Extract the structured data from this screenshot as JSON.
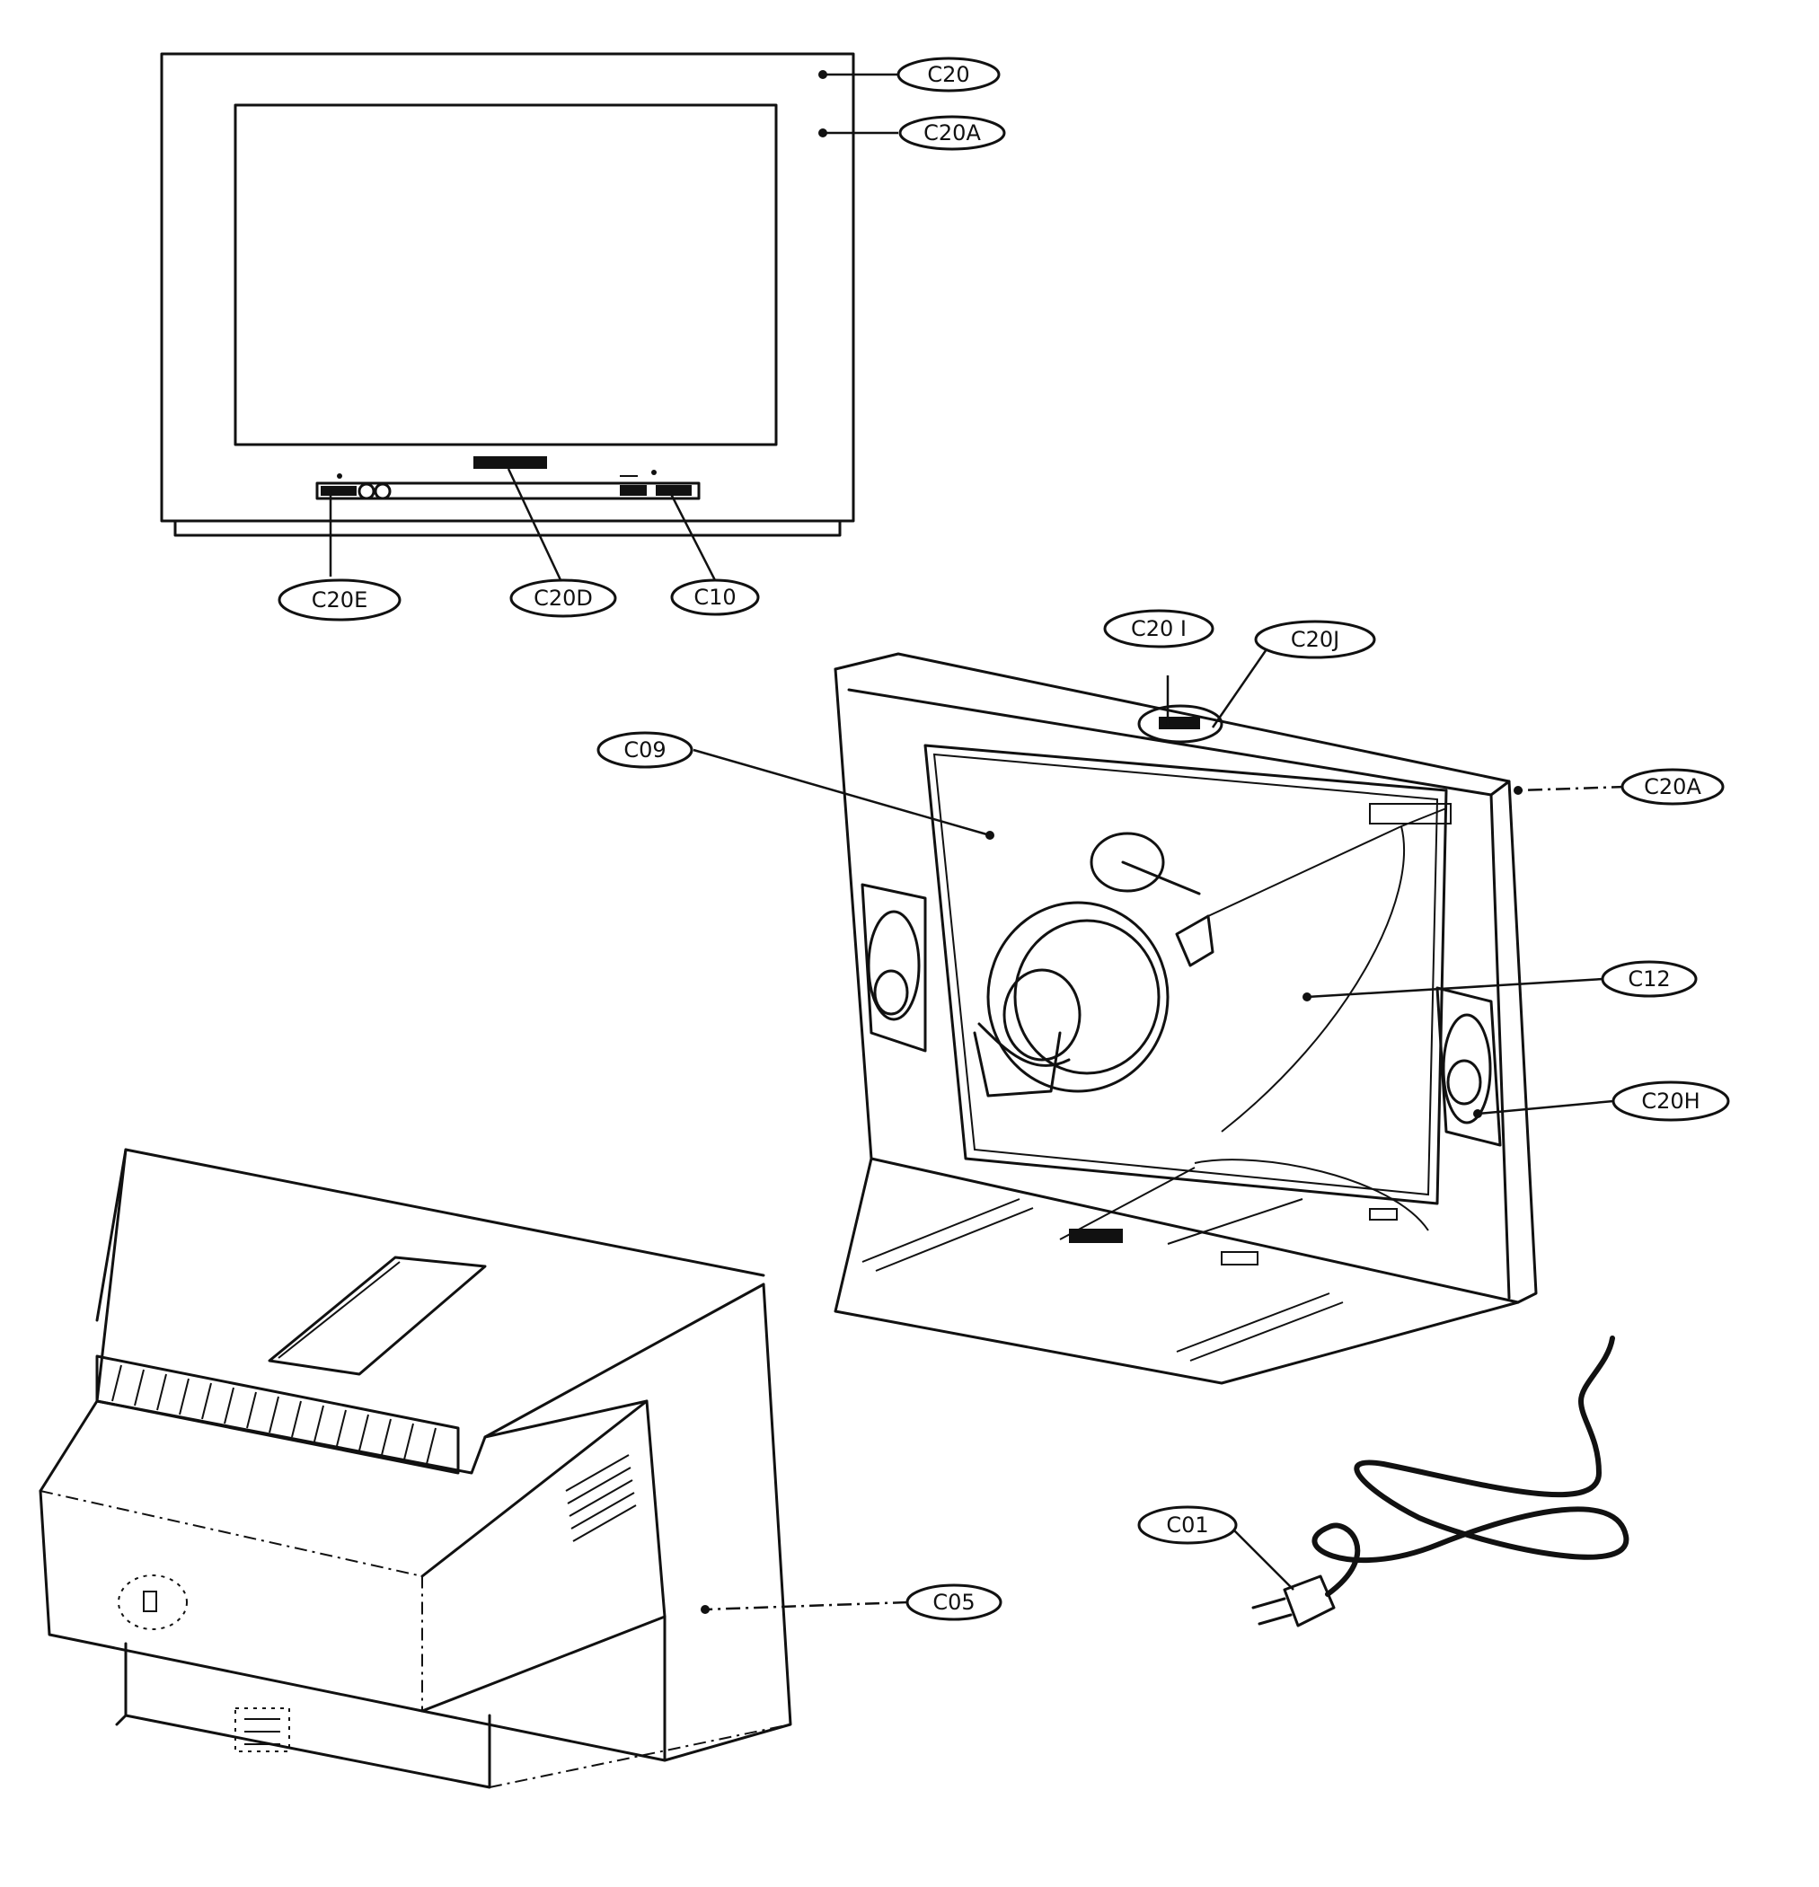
{
  "diagram": {
    "callouts": {
      "c20": "C20",
      "c20a_front": "C20A",
      "c20e": "C20E",
      "c20d": "C20D",
      "c10": "C10",
      "c20i": "C20 I",
      "c20j": "C20J",
      "c09": "C09",
      "c20a_back": "C20A",
      "c12": "C12",
      "c20h": "C20H",
      "c05": "C05",
      "c01": "C01"
    }
  }
}
